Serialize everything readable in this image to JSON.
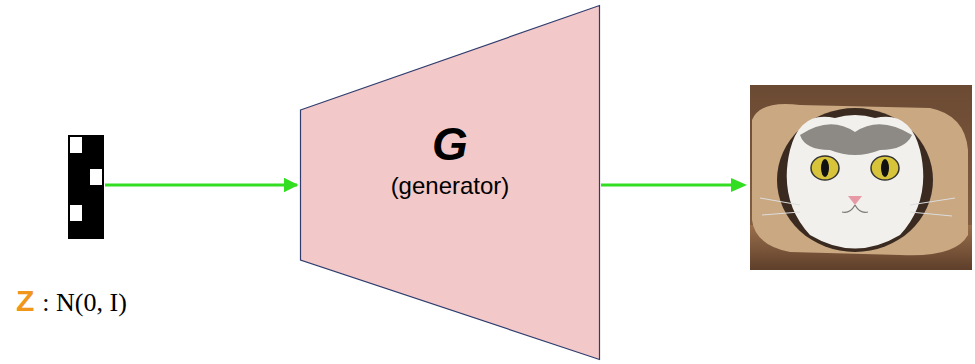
{
  "diagram": {
    "nodes": [
      {
        "text": [
          "Z",
          ": N(0, I)"
        ]
      },
      {
        "text": [
          "G",
          "(generator)"
        ]
      }
    ],
    "edges": [
      {
        "from": 0,
        "to": 1,
        "arrow": "to"
      }
    ]
  }
}
